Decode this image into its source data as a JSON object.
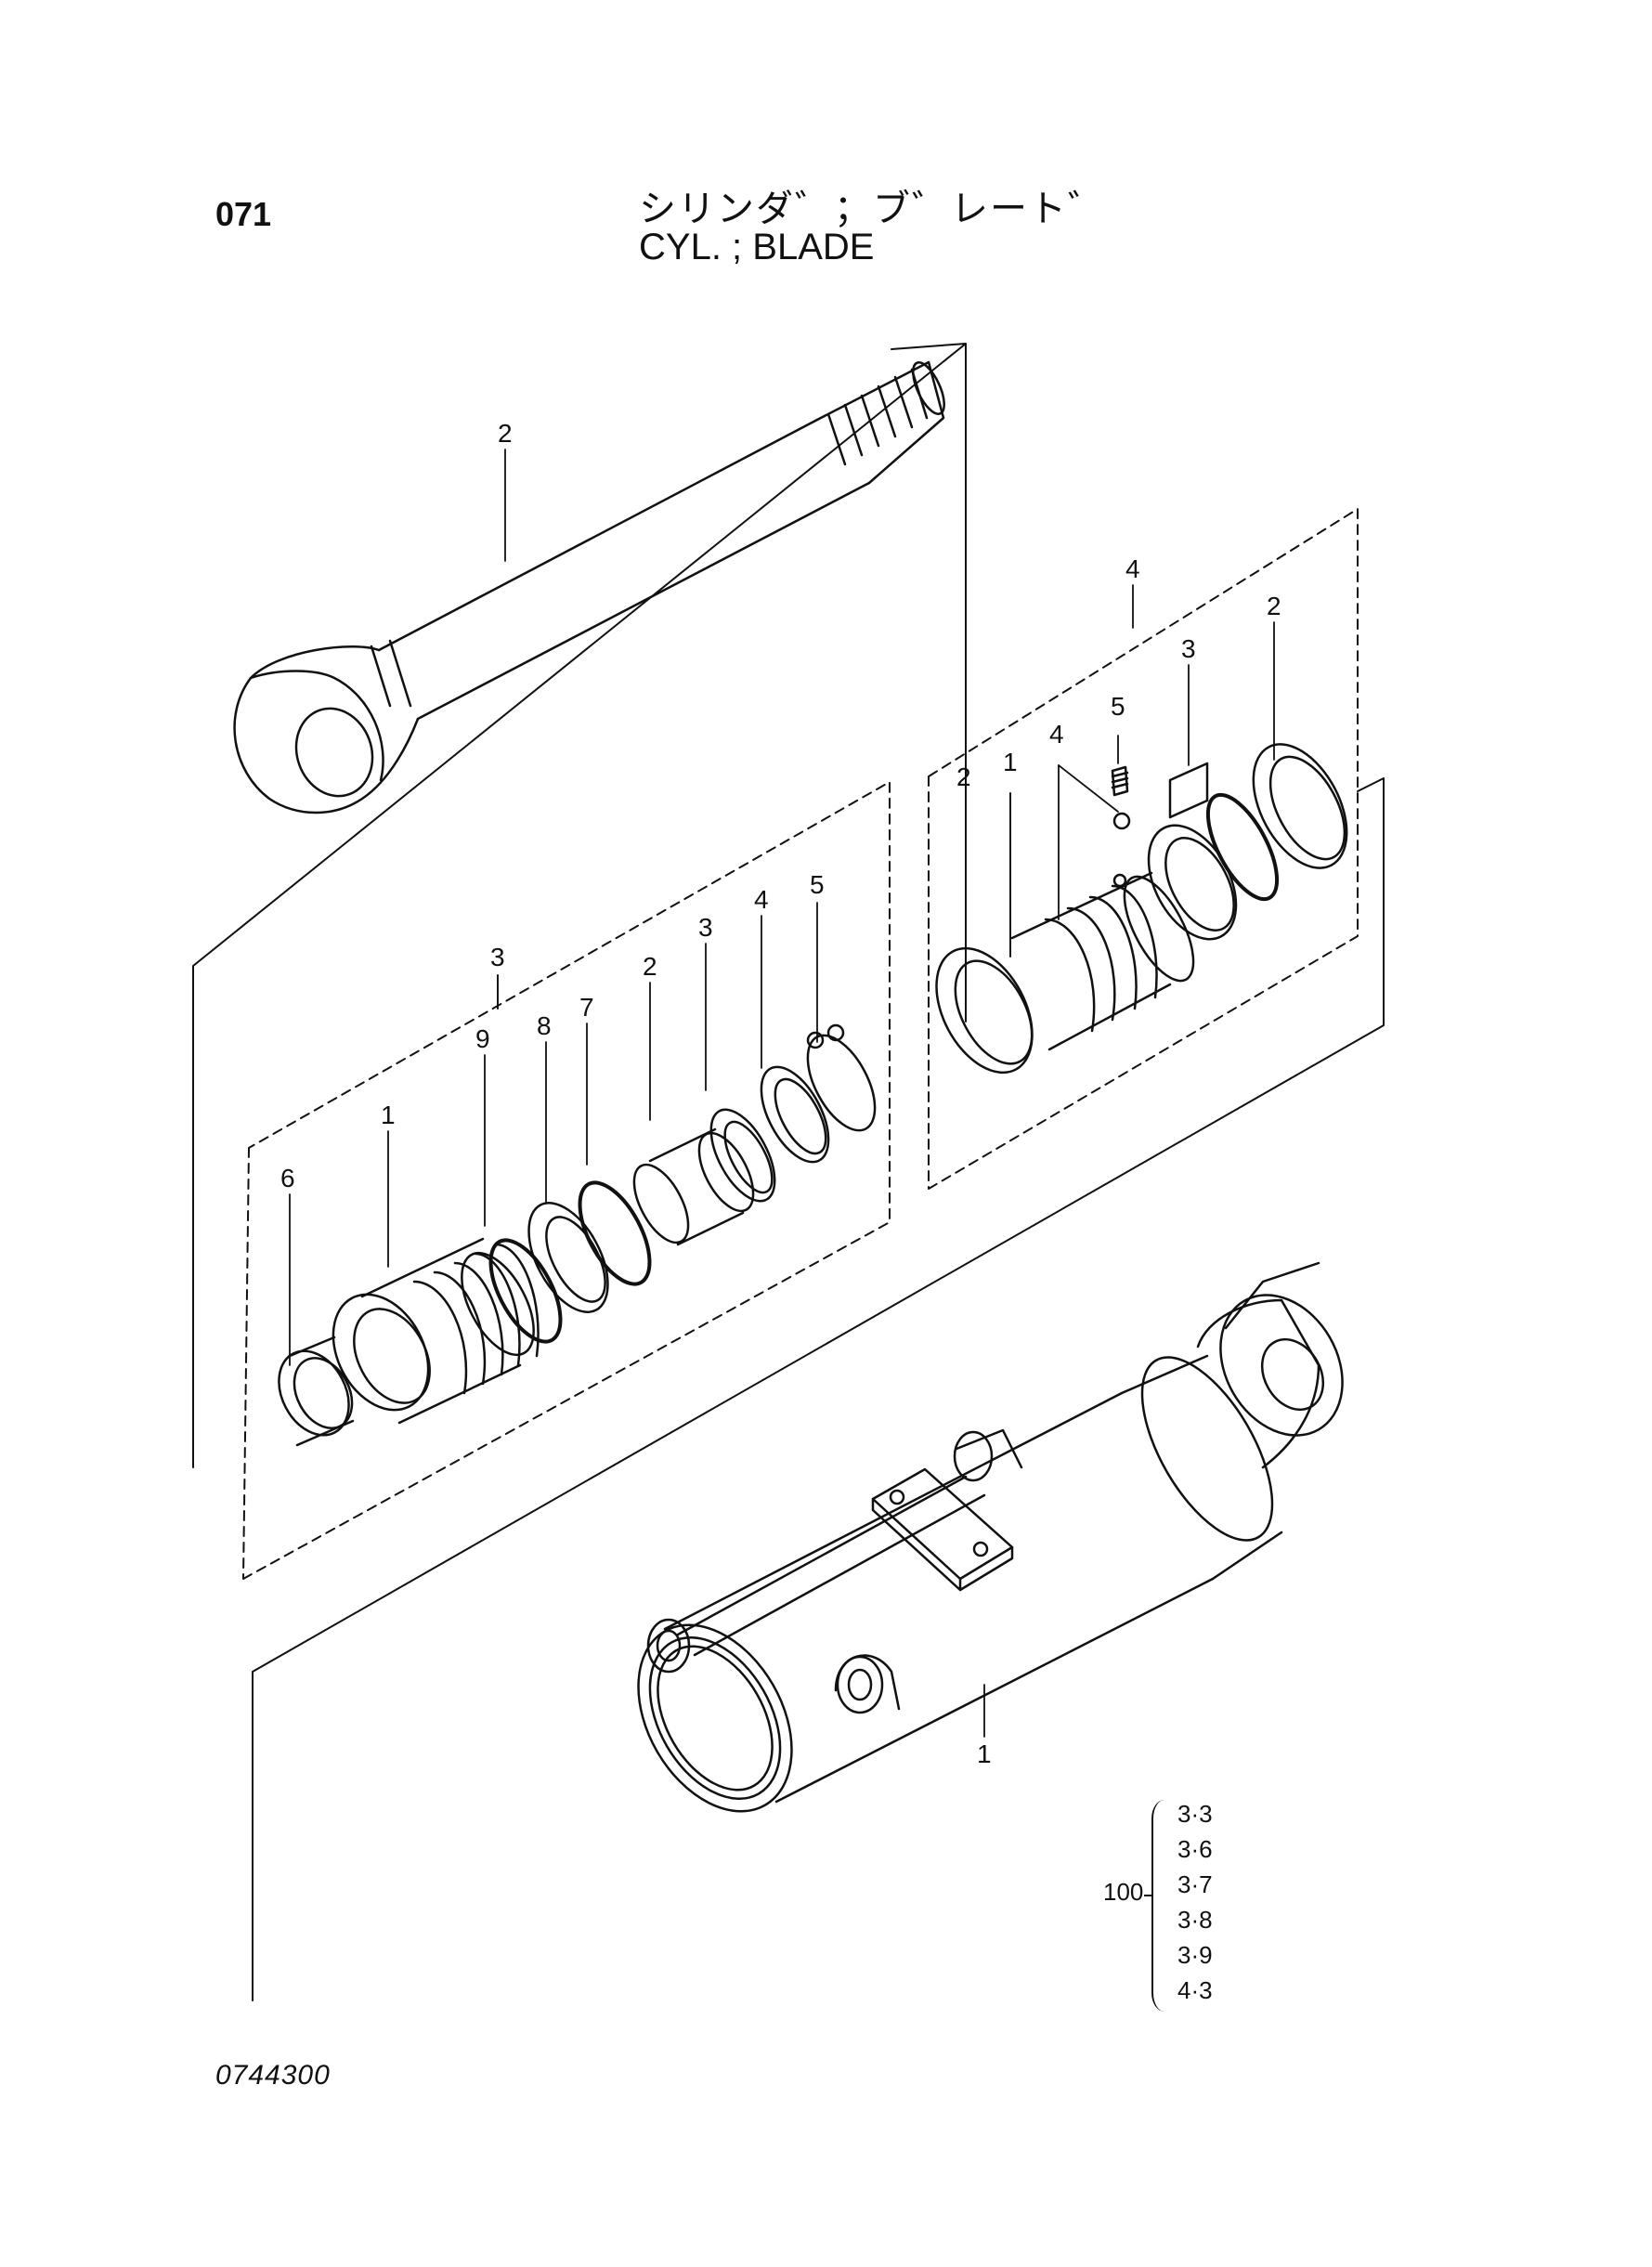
{
  "header": {
    "page_number": "071",
    "title_jp": "シリンダ゛；ブ゛レート゛",
    "title_en": "CYL. ; BLADE"
  },
  "callouts": {
    "rod": "2",
    "piston_kit": "3",
    "piston_1": "1",
    "piston_2": "2",
    "piston_3": "3",
    "piston_4": "4",
    "piston_5": "5",
    "piston_6": "6",
    "piston_7": "7",
    "piston_8": "8",
    "piston_9": "9",
    "head_kit": "4",
    "head_1": "1",
    "head_2a": "2",
    "head_2b": "2",
    "head_3": "3",
    "head_4": "4",
    "head_5": "5",
    "tube": "1"
  },
  "reference": {
    "qty": "100",
    "items": [
      "3·3",
      "3·6",
      "3·7",
      "3·8",
      "3·9",
      "4·3"
    ]
  },
  "footer": {
    "drawing_number": "0744300"
  },
  "colors": {
    "line": "#111111",
    "background": "#ffffff"
  }
}
